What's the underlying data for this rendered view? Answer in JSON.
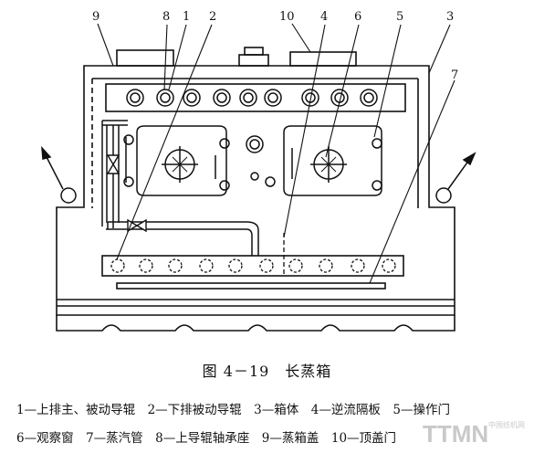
{
  "figure": {
    "title": "图 4－19　长蒸箱",
    "callouts": [
      "9",
      "8",
      "1",
      "2",
      "10",
      "4",
      "6",
      "5",
      "3",
      "7"
    ],
    "legend": [
      "1—上排主、被动导辊　2—下排被动导辊　3—箱体　4—逆流隔板　5—操作门",
      "6—观察窗　7—蒸汽管　8—上导辊轴承座　9—蒸箱盖　10—顶盖门"
    ]
  },
  "watermark": {
    "text": "TTMN",
    "small_text": "中国纺机网",
    "color": "#c9c9c9"
  }
}
